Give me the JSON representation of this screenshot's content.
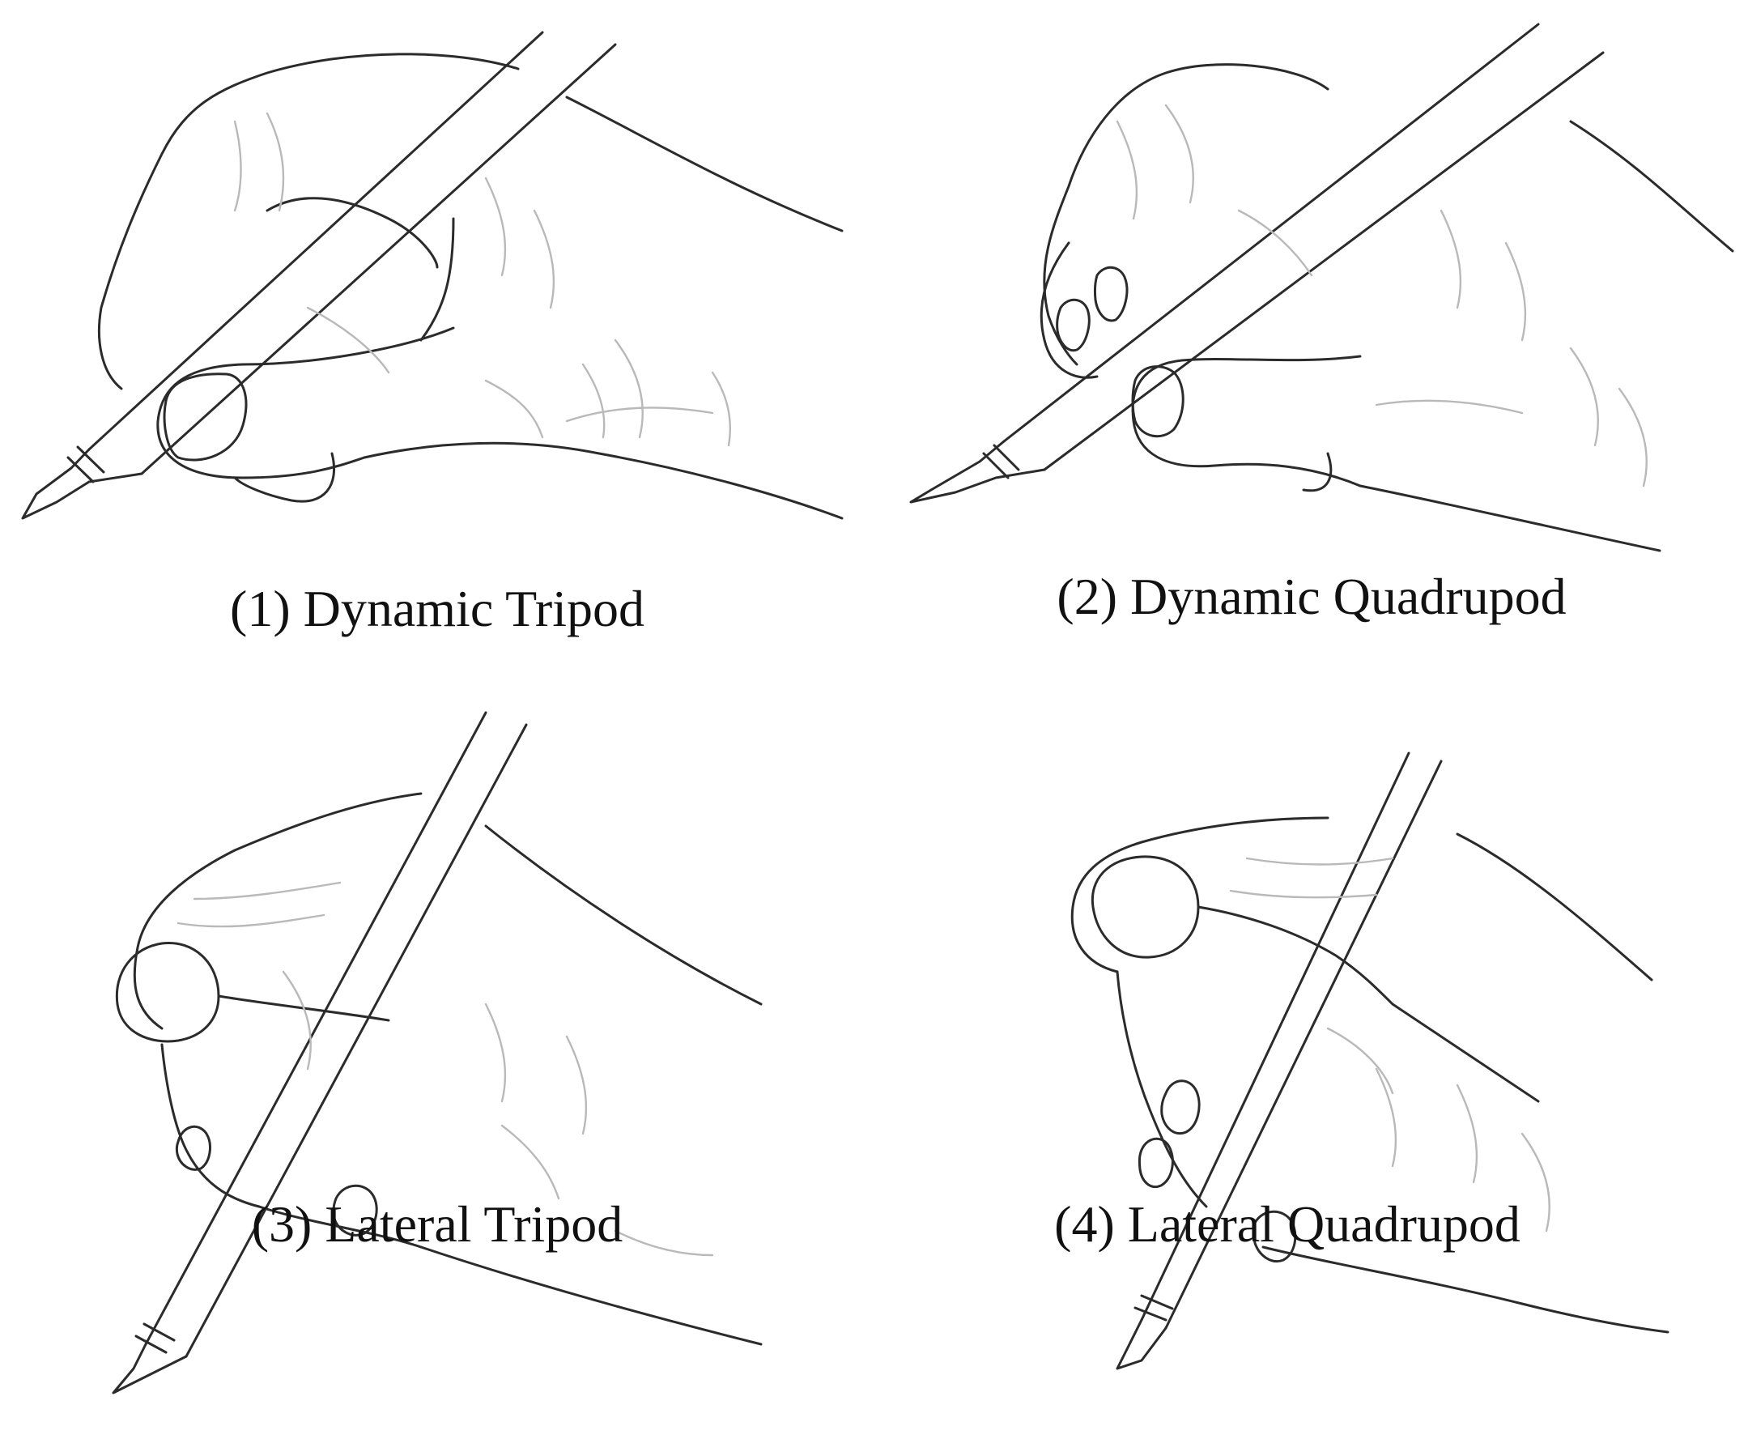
{
  "panels": [
    {
      "caption": "(1) Dynamic Tripod",
      "icon": "dynamic-tripod-grip-illustration"
    },
    {
      "caption": "(2) Dynamic Quadrupod",
      "icon": "dynamic-quadrupod-grip-illustration"
    },
    {
      "caption": "(3) Lateral Tripod",
      "icon": "lateral-tripod-grip-illustration"
    },
    {
      "caption": "(4) Lateral Quadrupod",
      "icon": "lateral-quadrupod-grip-illustration"
    }
  ]
}
